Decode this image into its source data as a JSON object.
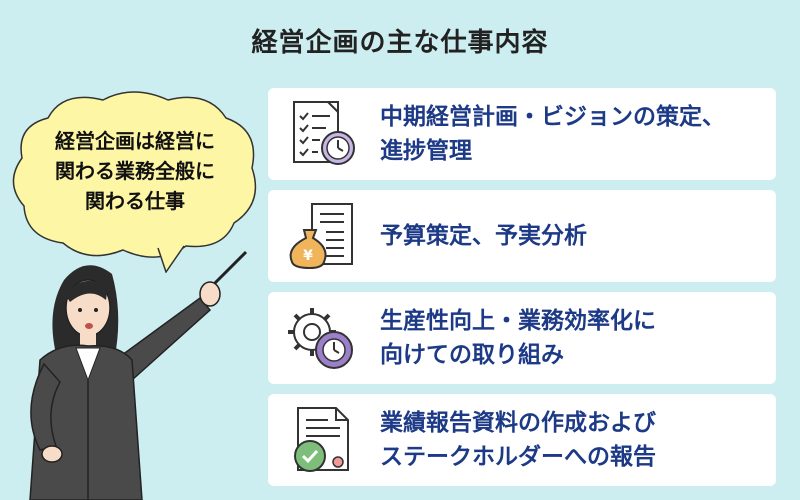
{
  "title": "経営企画の主な仕事内容",
  "bubble": {
    "text": "経営企画は経営に\n関わる業務全般に\n関わる仕事"
  },
  "cards": [
    {
      "label": "中期経営計画・ビジョンの策定、\n進捗管理",
      "icon": "checklist-clock-icon"
    },
    {
      "label": "予算策定、予実分析",
      "icon": "money-bag-document-icon"
    },
    {
      "label": "生産性向上・業務効率化に\n向けての取り組み",
      "icon": "gears-clock-icon"
    },
    {
      "label": "業績報告資料の作成および\nステークホルダーへの報告",
      "icon": "document-check-icon"
    }
  ],
  "colors": {
    "background": "#cdeef0",
    "bubble": "#fdf6a4",
    "card_text": "#1d3a86",
    "accent_orange": "#f0b45a",
    "accent_purple": "#9b7fc9",
    "accent_green": "#7dbf7a",
    "suit": "#4a4a4a"
  }
}
